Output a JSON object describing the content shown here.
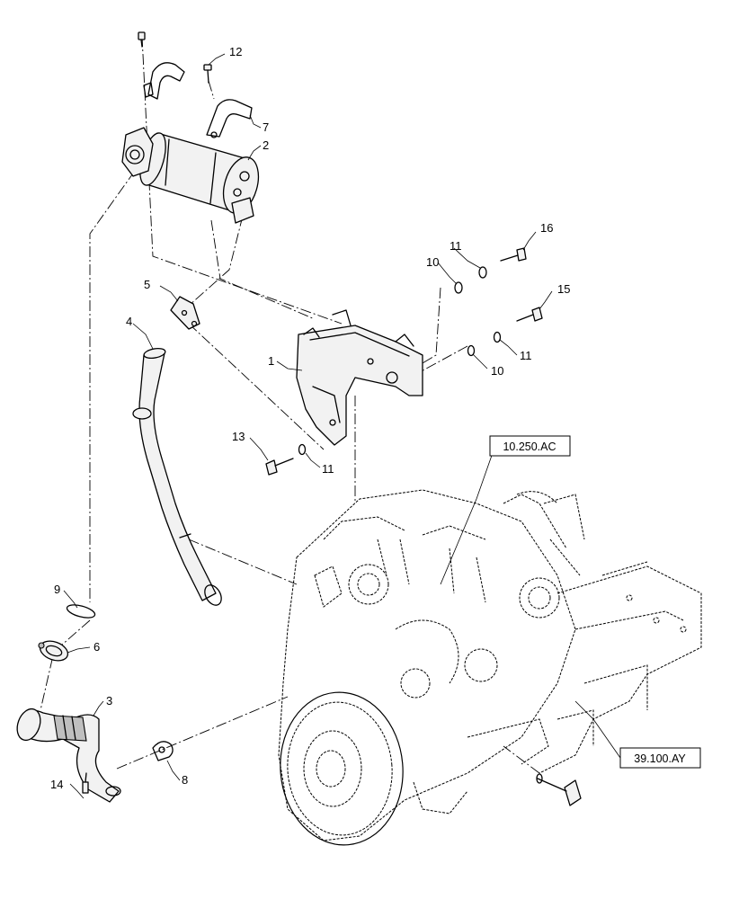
{
  "callouts": {
    "c1": "1",
    "c2": "2",
    "c3": "3",
    "c4": "4",
    "c5": "5",
    "c6": "6",
    "c7": "7",
    "c8": "8",
    "c9": "9",
    "c10a": "10",
    "c10b": "10",
    "c11a": "11",
    "c11b": "11",
    "c11c": "11",
    "c12": "12",
    "c13": "13",
    "c14": "14",
    "c15": "15",
    "c16": "16"
  },
  "references": {
    "engine_ref": "10.250.AC",
    "frame_ref": "39.100.AY"
  }
}
